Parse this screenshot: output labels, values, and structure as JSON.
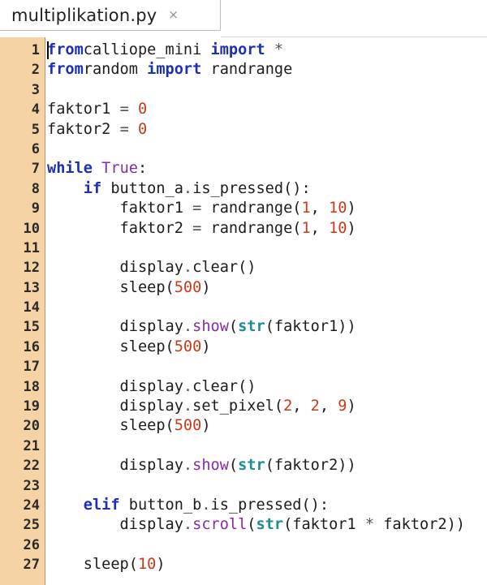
{
  "tab": {
    "title": "multiplikation.py",
    "close_icon": "×"
  },
  "editor": {
    "line_numbers": [
      "1",
      "2",
      "3",
      "4",
      "5",
      "6",
      "7",
      "8",
      "9",
      "10",
      "11",
      "12",
      "13",
      "14",
      "15",
      "16",
      "17",
      "18",
      "19",
      "20",
      "21",
      "22",
      "23",
      "24",
      "25",
      "26",
      "27"
    ],
    "lines": [
      [
        [
          "kw",
          "from"
        ],
        [
          "",
          "calliope_mini "
        ],
        [
          "kw",
          "import"
        ],
        [
          "",
          ""
        ],
        [
          "op",
          " *"
        ]
      ],
      [
        [
          "kw",
          "from"
        ],
        [
          "",
          "random "
        ],
        [
          "kw",
          "import"
        ],
        [
          "",
          " randrange"
        ]
      ],
      [],
      [
        [
          "",
          "faktor1 "
        ],
        [
          "op",
          "="
        ],
        [
          "num",
          " 0"
        ]
      ],
      [
        [
          "",
          "faktor2 "
        ],
        [
          "op",
          "="
        ],
        [
          "num",
          " 0"
        ]
      ],
      [],
      [
        [
          "kw",
          "while"
        ],
        [
          "cn",
          " True"
        ],
        [
          "",
          ":"
        ]
      ],
      [
        [
          "",
          "    "
        ],
        [
          "kw",
          "if"
        ],
        [
          "",
          " button_a"
        ],
        [
          "op",
          "."
        ],
        [
          "",
          "is_pressed():"
        ]
      ],
      [
        [
          "",
          "        faktor1 "
        ],
        [
          "op",
          "="
        ],
        [
          "",
          " randrange("
        ],
        [
          "num",
          "1"
        ],
        [
          "",
          ", "
        ],
        [
          "num",
          "10"
        ],
        [
          "",
          ")"
        ]
      ],
      [
        [
          "",
          "        faktor2 "
        ],
        [
          "op",
          "="
        ],
        [
          "",
          " randrange("
        ],
        [
          "num",
          "1"
        ],
        [
          "",
          ", "
        ],
        [
          "num",
          "10"
        ],
        [
          "",
          ")"
        ]
      ],
      [],
      [
        [
          "",
          "        display"
        ],
        [
          "op",
          "."
        ],
        [
          "",
          "clear()"
        ]
      ],
      [
        [
          "",
          "        sleep("
        ],
        [
          "num",
          "500"
        ],
        [
          "",
          ")"
        ]
      ],
      [],
      [
        [
          "",
          "        display"
        ],
        [
          "op",
          "."
        ],
        [
          "fn",
          "show"
        ],
        [
          "",
          "("
        ],
        [
          "bi",
          "str"
        ],
        [
          "",
          "(faktor1))"
        ]
      ],
      [
        [
          "",
          "        sleep("
        ],
        [
          "num",
          "500"
        ],
        [
          "",
          ")"
        ]
      ],
      [],
      [
        [
          "",
          "        display"
        ],
        [
          "op",
          "."
        ],
        [
          "",
          "clear()"
        ]
      ],
      [
        [
          "",
          "        display"
        ],
        [
          "op",
          "."
        ],
        [
          "",
          "set_pixel("
        ],
        [
          "num",
          "2"
        ],
        [
          "",
          ", "
        ],
        [
          "num",
          "2"
        ],
        [
          "",
          ", "
        ],
        [
          "num",
          "9"
        ],
        [
          "",
          ")"
        ]
      ],
      [
        [
          "",
          "        sleep("
        ],
        [
          "num",
          "500"
        ],
        [
          "",
          ")"
        ]
      ],
      [],
      [
        [
          "",
          "        display"
        ],
        [
          "op",
          "."
        ],
        [
          "fn",
          "show"
        ],
        [
          "",
          "("
        ],
        [
          "bi",
          "str"
        ],
        [
          "",
          "(faktor2))"
        ]
      ],
      [],
      [
        [
          "",
          "    "
        ],
        [
          "kw",
          "elif"
        ],
        [
          "",
          " button_b"
        ],
        [
          "op",
          "."
        ],
        [
          "",
          "is_pressed():"
        ]
      ],
      [
        [
          "",
          "        display"
        ],
        [
          "op",
          "."
        ],
        [
          "fn",
          "scroll"
        ],
        [
          "",
          "("
        ],
        [
          "bi",
          "str"
        ],
        [
          "",
          "(faktor1 "
        ],
        [
          "op",
          "*"
        ],
        [
          "",
          " faktor2))"
        ]
      ],
      [],
      [
        [
          "",
          "    sleep("
        ],
        [
          "num",
          "10"
        ],
        [
          "",
          ")"
        ]
      ]
    ]
  }
}
